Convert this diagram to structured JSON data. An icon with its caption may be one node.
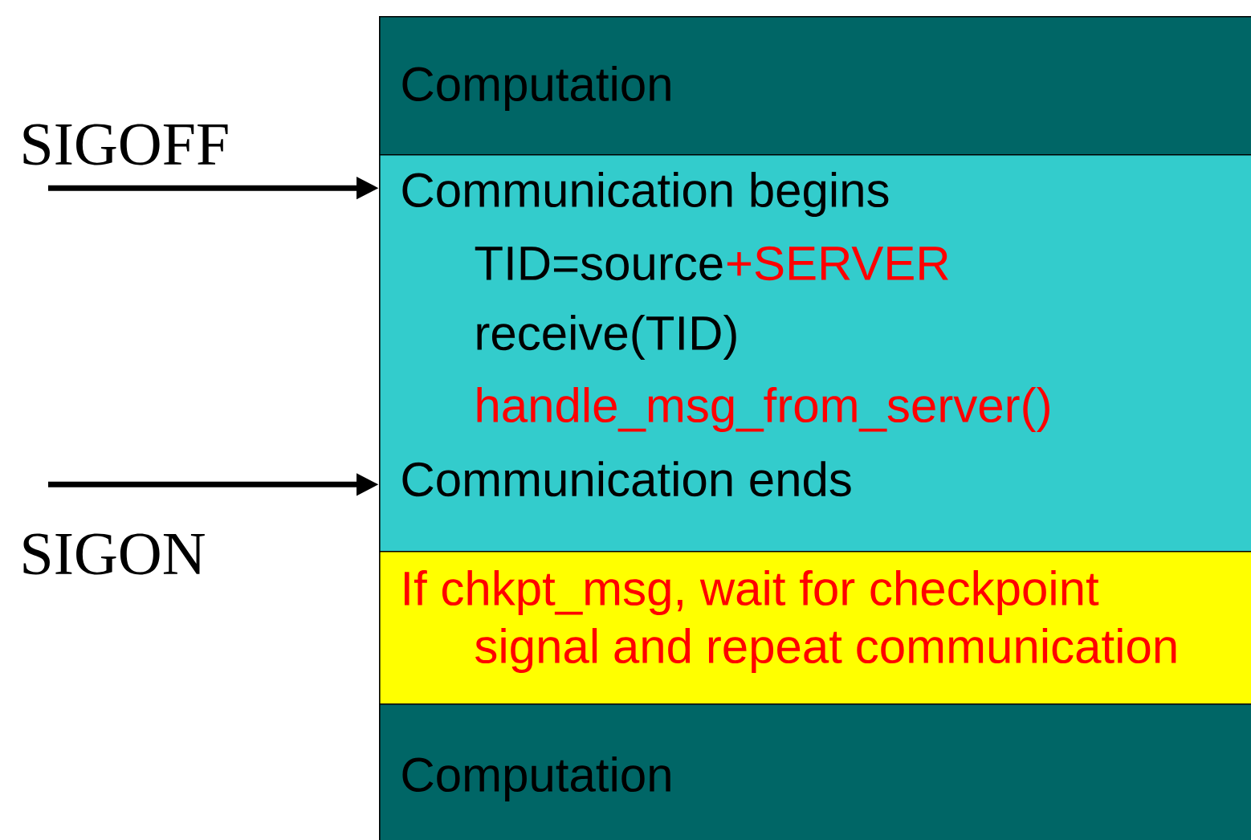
{
  "diagram": {
    "nodes": [
      {
        "text": [
          "Computation"
        ]
      },
      {
        "text": [
          "Communication begins",
          "TID=source",
          "+SERVER",
          "receive(TID)",
          "handle_msg_from_server()",
          "Communication ends"
        ]
      },
      {
        "text": [
          "If chkpt_msg, wait for checkpoint signal and repeat communication"
        ]
      },
      {
        "text": [
          "Computation"
        ]
      }
    ],
    "edges": [
      {
        "from": null,
        "to": 1,
        "arrow": "to",
        "label": "SIGOFF"
      },
      {
        "from": null,
        "to": 1,
        "arrow": "to",
        "label": "SIGON"
      }
    ]
  }
}
